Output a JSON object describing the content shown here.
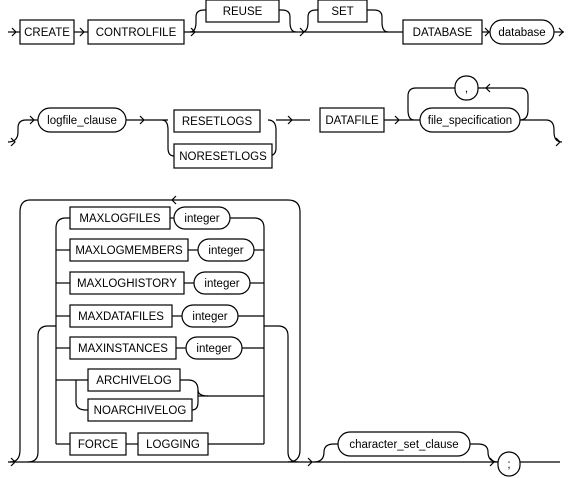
{
  "diagram": {
    "keywords": {
      "create": "CREATE",
      "controlfile": "CONTROLFILE",
      "reuse": "REUSE",
      "set": "SET",
      "database": "DATABASE",
      "resetlogs": "RESETLOGS",
      "noresetlogs": "NORESETLOGS",
      "datafile": "DATAFILE",
      "comma": ",",
      "maxlogfiles": "MAXLOGFILES",
      "maxlogmembers": "MAXLOGMEMBERS",
      "maxloghistory": "MAXLOGHISTORY",
      "maxdatafiles": "MAXDATAFILES",
      "maxinstances": "MAXINSTANCES",
      "archivelog": "ARCHIVELOG",
      "noarchivelog": "NOARCHIVELOG",
      "force": "FORCE",
      "logging": "LOGGING",
      "semicolon": ";"
    },
    "params": {
      "database": "database",
      "logfile_clause": "logfile_clause",
      "file_specification": "file_specification",
      "integer": "integer",
      "character_set_clause": "character_set_clause"
    }
  }
}
